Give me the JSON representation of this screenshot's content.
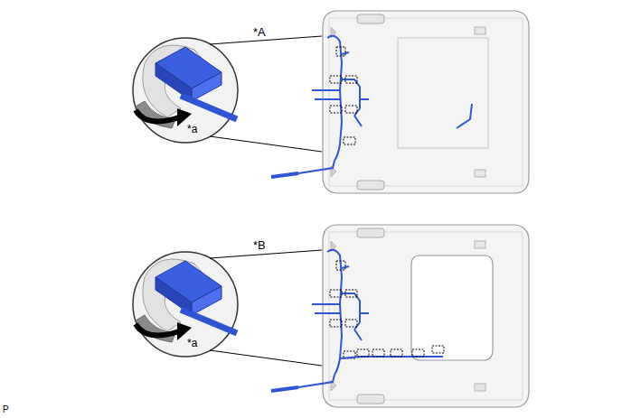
{
  "diagram": {
    "labels": [
      "*A",
      "*a",
      "*B",
      "*a",
      "P"
    ]
  }
}
